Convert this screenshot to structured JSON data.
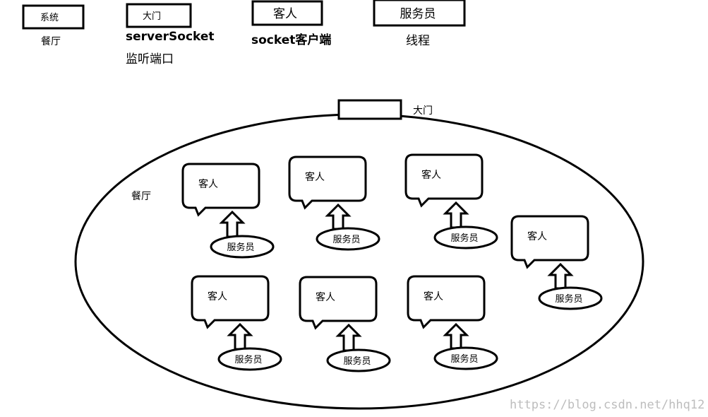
{
  "legend": [
    {
      "box": "系统",
      "desc": [
        "餐厅"
      ]
    },
    {
      "box": "大门",
      "desc": [
        "serverSocket",
        "监听端口"
      ]
    },
    {
      "box": "客人",
      "desc": [
        "socket客户端"
      ]
    },
    {
      "box": "服务员",
      "desc": [
        "线程"
      ]
    }
  ],
  "restaurant_label": "餐厅",
  "door_label": "大门",
  "guest_label": "客人",
  "waiter_label": "服务员",
  "watermark": "https://blog.csdn.net/hhq12",
  "colors": {
    "stroke": "#000000",
    "background": "#ffffff",
    "watermark": "#bdbdbd"
  }
}
